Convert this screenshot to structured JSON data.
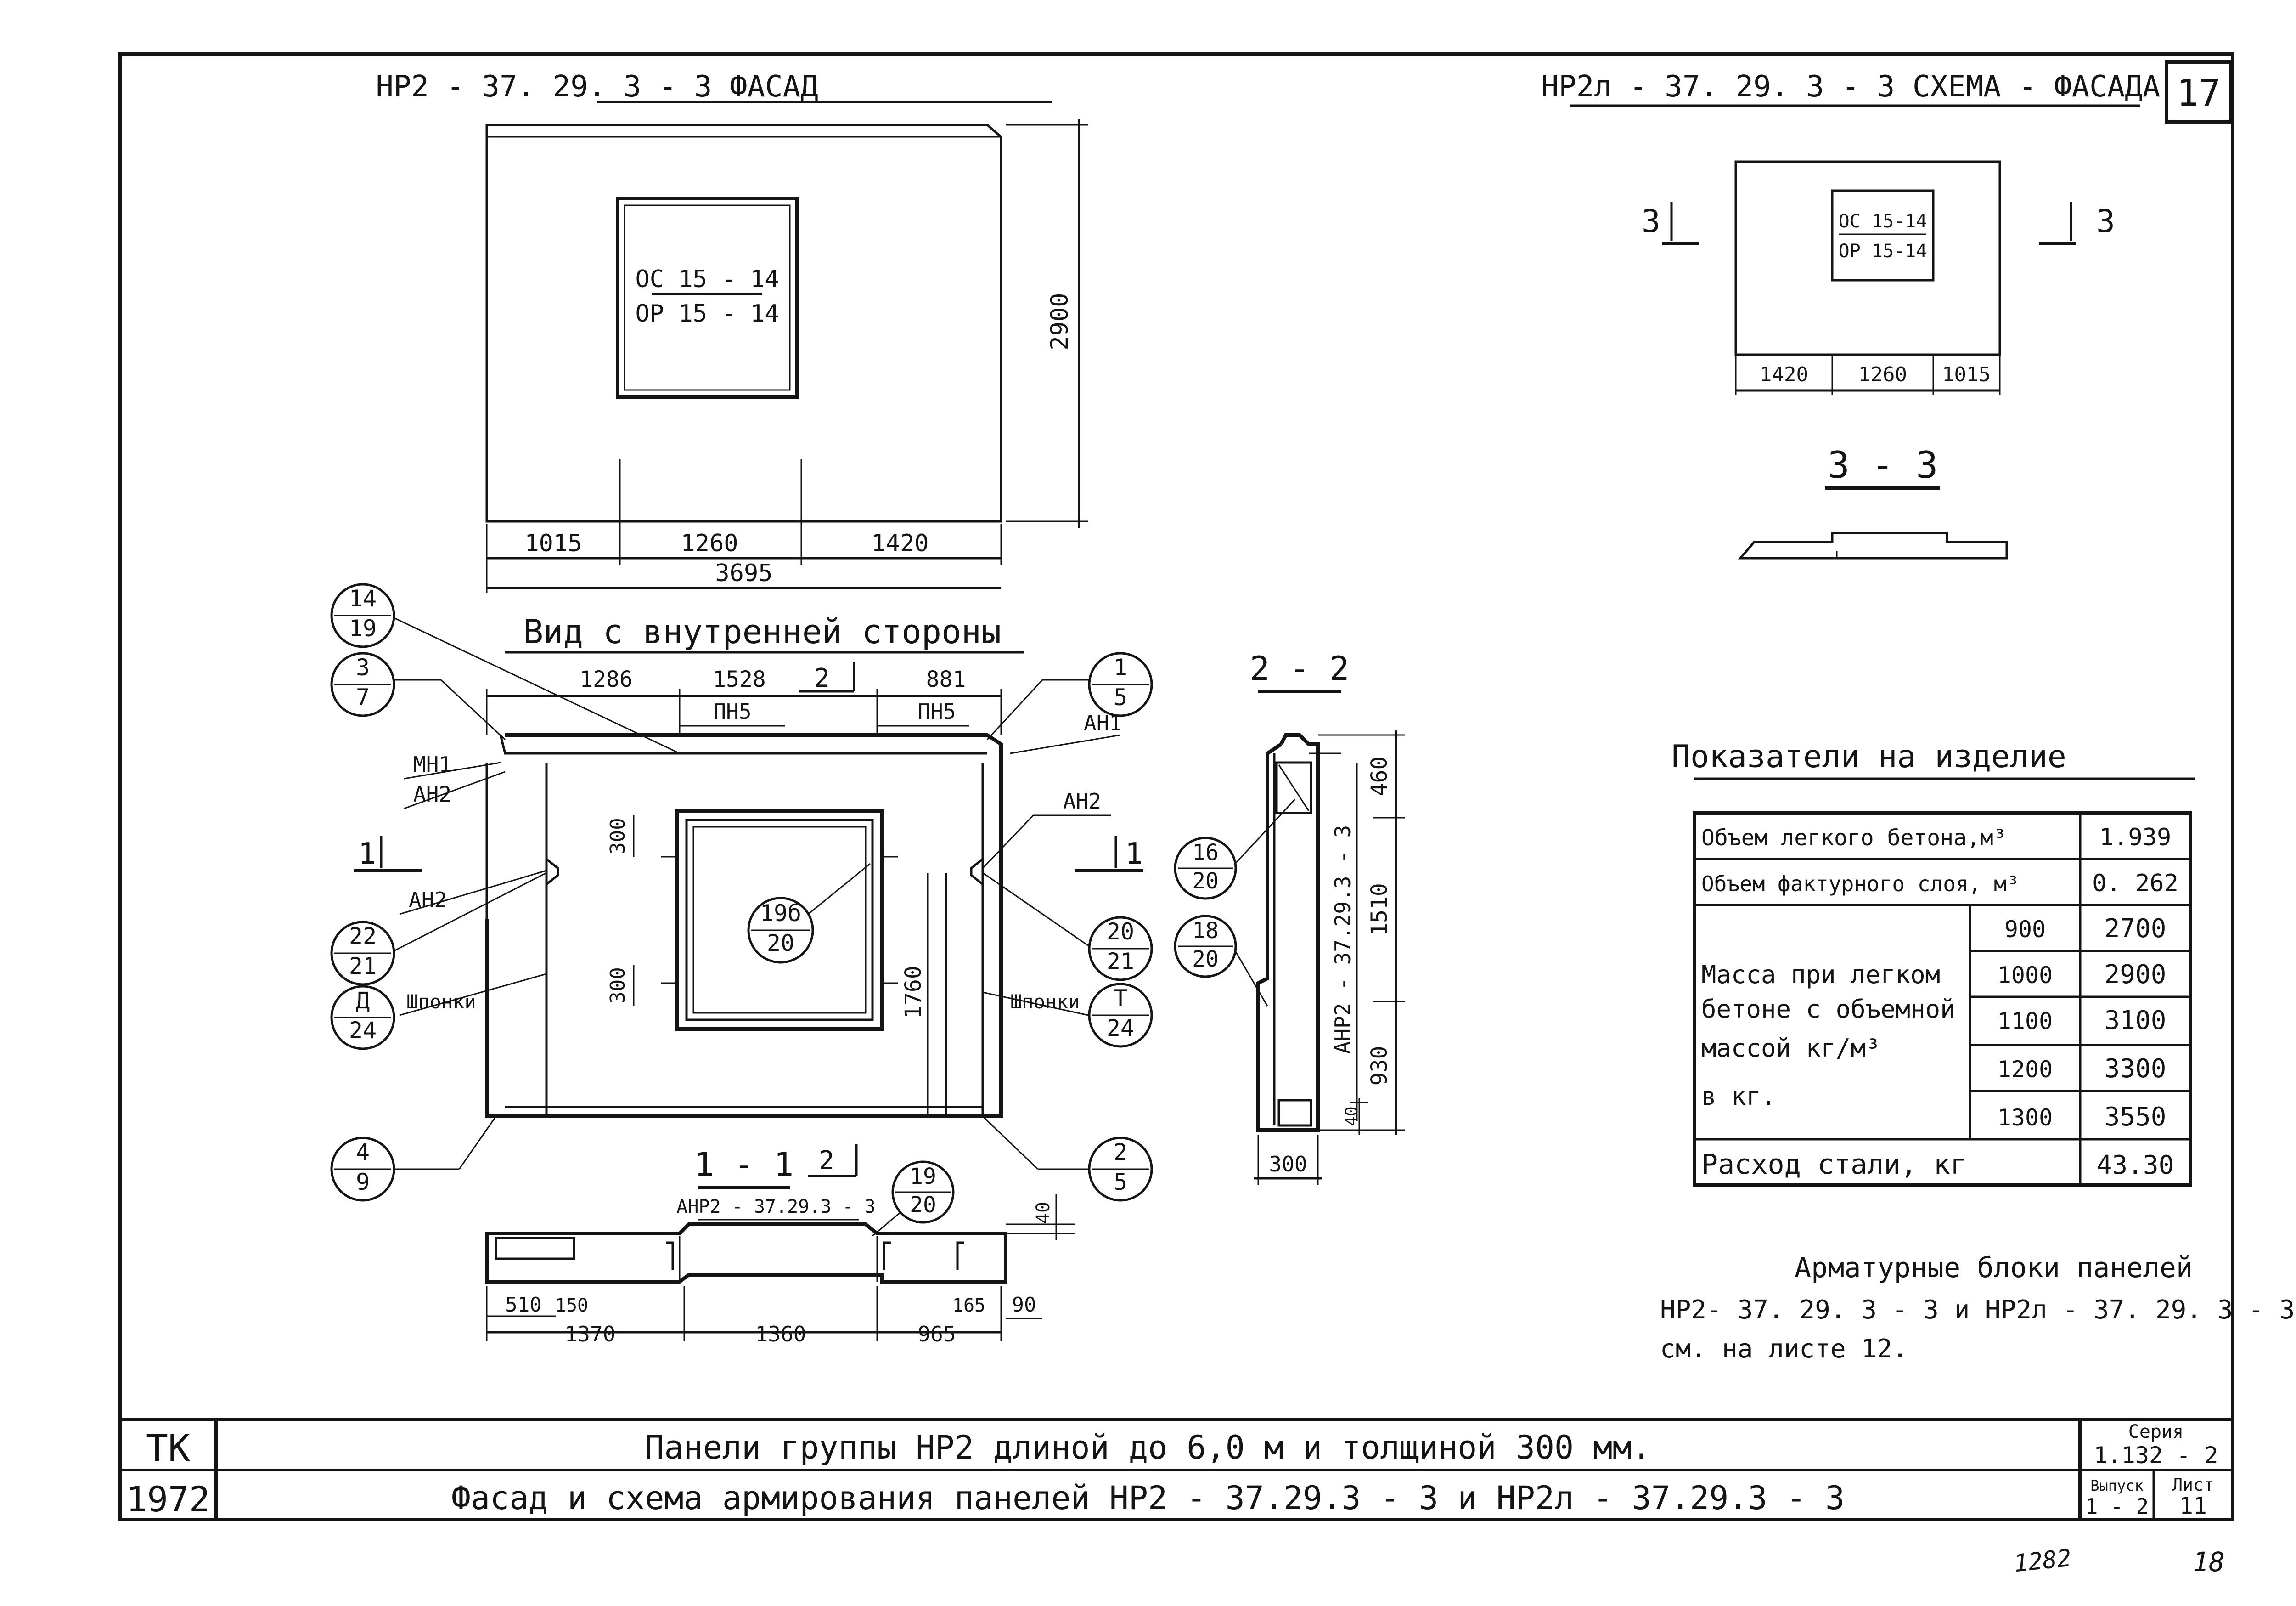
{
  "sheet": {
    "number": "17"
  },
  "facade": {
    "title": "НР2 - 37. 29. 3  - 3    ФАСАД",
    "opening_top": "ОС 15 - 14",
    "opening_bottom": "ОР 15 - 14",
    "height": "2900",
    "dim_a": "1015",
    "dim_b": "1260",
    "dim_c": "1420",
    "total": "3695"
  },
  "scheme": {
    "title": "НР2л - 37. 29. 3  - 3  СХЕМА - ФАСАДА",
    "opening_top": "ОС 15-14",
    "opening_bottom": "ОР 15-14",
    "dim_a": "1420",
    "dim_b": "1260",
    "dim_c": "1015",
    "cut_left": "3",
    "cut_right": "3"
  },
  "section33": {
    "title": "3 - 3"
  },
  "inner": {
    "title": "Вид  с  внутренней    стороны",
    "dim_a": "1286",
    "dim_b": "1528",
    "dim_c": "881",
    "pn_left": "ПН5",
    "pn_right": "ПН5",
    "mn1": "МН1",
    "an2_a": "АН2",
    "an2_b": "АН2",
    "an2_c": "АН2",
    "an1": "АН1",
    "shponki_left": "Шпонки",
    "shponki_right": "Шпонки",
    "dim_300a": "300",
    "dim_300b": "300",
    "dim_1760": "1760",
    "cut2_label": "2",
    "cut1_left": "1",
    "cut1_right": "1",
    "callouts": [
      {
        "top": "14",
        "bottom": "19"
      },
      {
        "top": "3",
        "bottom": "7"
      },
      {
        "top": "22",
        "bottom": "21"
      },
      {
        "top": "Д",
        "bottom": "24"
      },
      {
        "top": "4",
        "bottom": "9"
      },
      {
        "top": "1",
        "bottom": "5"
      },
      {
        "top": "20",
        "bottom": "21"
      },
      {
        "top": "Т",
        "bottom": "24"
      },
      {
        "top": "2",
        "bottom": "5"
      },
      {
        "top": "19б",
        "bottom": "20"
      }
    ]
  },
  "section22": {
    "title": "2 - 2",
    "dim_460": "460",
    "dim_1510": "1510",
    "dim_930": "930",
    "dim_40": "40",
    "dim_300": "300",
    "label": "АНР2 - 37.29.3  - 3",
    "callout_a": {
      "top": "16",
      "bottom": "20"
    },
    "callout_b": {
      "top": "18",
      "bottom": "20"
    }
  },
  "section11": {
    "title": "1 - 1",
    "cut_label": "2",
    "label": "АНР2 - 37.29.3  - 3",
    "dim_40": "40",
    "dim_510": "510",
    "dim_150": "150",
    "dim_1370": "1370",
    "dim_1360": "1360",
    "dim_965": "965",
    "dim_165": "165",
    "dim_90": "90",
    "callout": {
      "top": "19",
      "bottom": "20"
    }
  },
  "indicators": {
    "title": "Показатели  на  изделие",
    "row1_label": "Объем легкого бетона,м³",
    "row1_value": "1.939",
    "row2_label": "Объем фактурного слоя, м³",
    "row2_value": "0. 262",
    "mass_label_1": "Масса при легком",
    "mass_label_2": "бетоне с объемной",
    "mass_label_3": "массой  кг/м³",
    "mass_label_4": "в  кг.",
    "mass_rows": [
      {
        "density": "900",
        "mass": "2700"
      },
      {
        "density": "1000",
        "mass": "2900"
      },
      {
        "density": "1100",
        "mass": "3100"
      },
      {
        "density": "1200",
        "mass": "3300"
      },
      {
        "density": "1300",
        "mass": "3550"
      }
    ],
    "steel_label": "Расход   стали,  кг",
    "steel_value": "43.30"
  },
  "note": {
    "line1": "Арматурные   блоки  панелей",
    "line2": "НР2- 37. 29. 3  - 3   и  НР2л - 37. 29. 3  - 3",
    "line3": "см.  на  листе   12."
  },
  "stamp": {
    "org": "ТК",
    "year": "1972",
    "title_1": "Панели   группы   НР2   длиной   до   6,0  м   и   толщиной    300  мм.",
    "title_2": "Фасад   и   схема   армирования   панелей   НР2 - 37.29.3  - 3   и   НР2л - 37.29.3  - 3",
    "series_label": "Серия",
    "series_value": "1.132 - 2",
    "issue_label": "Выпуск",
    "issue_value": "1 - 2",
    "sheet_label": "Лист",
    "sheet_value": "11"
  },
  "handwritten": {
    "left": "1282",
    "right": "18"
  }
}
